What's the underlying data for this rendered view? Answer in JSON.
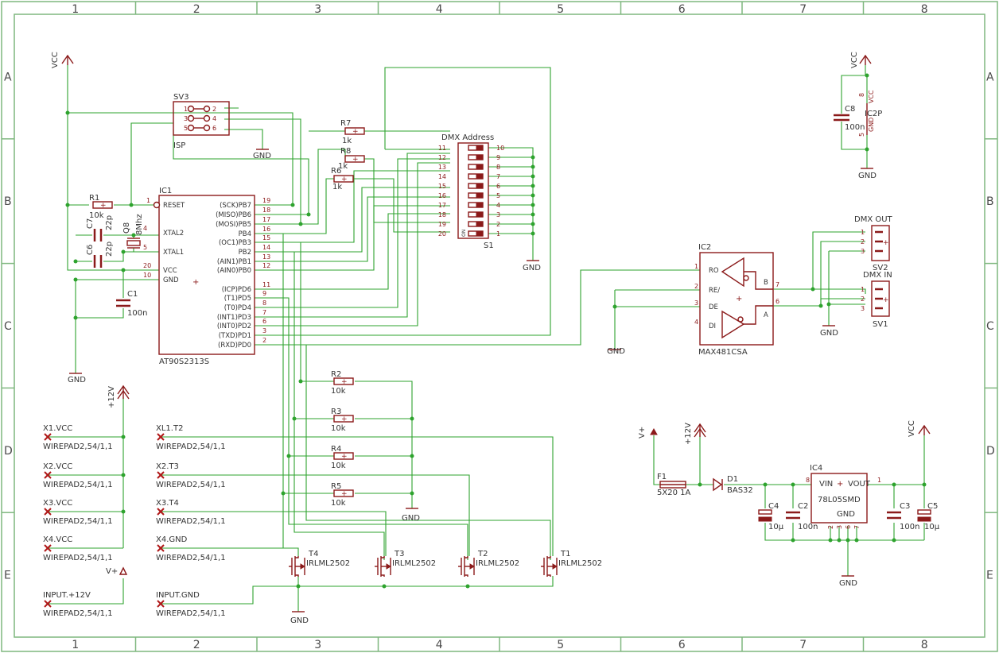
{
  "frame": {
    "cols": [
      "1",
      "2",
      "3",
      "4",
      "5",
      "6",
      "7",
      "8"
    ],
    "rows": [
      "A",
      "B",
      "C",
      "D",
      "E"
    ]
  },
  "ic1": {
    "name": "IC1",
    "value": "AT90S2313S",
    "left_pins": [
      "RESET",
      "XTAL2",
      "XTAL1",
      "VCC",
      "GND"
    ],
    "left_nums": [
      "1",
      "4",
      "5",
      "20",
      "10"
    ],
    "right_pins": [
      "(SCK)PB7",
      "(MISO)PB6",
      "(MOSI)PB5",
      "PB4",
      "(OC1)PB3",
      "PB2",
      "(AIN1)PB1",
      "(AIN0)PB0",
      "(ICP)PD6",
      "(T1)PD5",
      "(T0)PD4",
      "(INT1)PD3",
      "(INT0)PD2",
      "(TXD)PD1",
      "(RXD)PD0"
    ],
    "right_nums": [
      "19",
      "18",
      "17",
      "16",
      "15",
      "14",
      "13",
      "12",
      "11",
      "9",
      "8",
      "7",
      "6",
      "3",
      "2"
    ]
  },
  "sv3": {
    "name": "SV3",
    "value": "ISP",
    "pins": [
      "1",
      "2",
      "3",
      "4",
      "5",
      "6"
    ]
  },
  "s1": {
    "name": "S1",
    "value": "DMX Address",
    "left_nums": [
      "11",
      "12",
      "13",
      "14",
      "15",
      "16",
      "17",
      "18",
      "19",
      "20"
    ],
    "right_nums": [
      "10",
      "9",
      "8",
      "7",
      "6",
      "5",
      "4",
      "3",
      "2",
      "1"
    ],
    "on": "ON"
  },
  "ic2": {
    "name": "IC2",
    "value": "MAX481CSA",
    "left_pins": [
      "RO",
      "RE/",
      "DE",
      "DI"
    ],
    "left_nums": [
      "1",
      "2",
      "3",
      "4"
    ],
    "right_pins": [
      "B",
      "A"
    ],
    "right_nums": [
      "7",
      "6"
    ],
    "vcc_pin": "VCC",
    "gnd_pin": "GND",
    "vcc_num": "8",
    "gnd_num": "5",
    "part": "IC2P"
  },
  "ic4": {
    "name": "IC4",
    "value": "78L05SMD",
    "vin": "VIN",
    "vout": "VOUT",
    "gnd": "GND",
    "in_num": "8",
    "out_num": "1",
    "gnd_nums": [
      "2",
      "3",
      "6",
      "7"
    ]
  },
  "resistors": [
    {
      "name": "R1",
      "value": "10k"
    },
    {
      "name": "R7",
      "value": "1k"
    },
    {
      "name": "R8",
      "value": "1k"
    },
    {
      "name": "R6",
      "value": "1k"
    },
    {
      "name": "R2",
      "value": "10k"
    },
    {
      "name": "R3",
      "value": "10k"
    },
    {
      "name": "R4",
      "value": "10k"
    },
    {
      "name": "R5",
      "value": "10k"
    }
  ],
  "caps": {
    "c7": {
      "name": "C7",
      "value": "22p"
    },
    "c6": {
      "name": "C6",
      "value": "22p"
    },
    "c1": {
      "name": "C1",
      "value": "100n"
    },
    "c8": {
      "name": "C8",
      "value": "100n"
    },
    "c4": {
      "name": "C4",
      "value": "10µ"
    },
    "c2": {
      "name": "C2",
      "value": "100n"
    },
    "c3": {
      "name": "C3",
      "value": "100n"
    },
    "c5": {
      "name": "C5",
      "value": "10µ"
    }
  },
  "q8": {
    "name": "Q8",
    "value": "8Mhz"
  },
  "sv2": {
    "name": "SV2",
    "value": "DMX OUT",
    "pins": [
      "1",
      "2",
      "3"
    ]
  },
  "sv1": {
    "name": "SV1",
    "value": "DMX IN",
    "pins": [
      "1",
      "2",
      "3"
    ]
  },
  "f1": {
    "name": "F1",
    "value": "5X20 1A"
  },
  "d1": {
    "name": "D1",
    "value": "BAS32"
  },
  "transistors": [
    {
      "name": "T4",
      "value": "IRLML2502"
    },
    {
      "name": "T3",
      "value": "IRLML2502"
    },
    {
      "name": "T2",
      "value": "IRLML2502"
    },
    {
      "name": "T1",
      "value": "IRLML2502"
    }
  ],
  "pads_left": [
    {
      "name": "X1.VCC",
      "value": "WIREPAD2,54/1,1"
    },
    {
      "name": "X2.VCC",
      "value": "WIREPAD2,54/1,1"
    },
    {
      "name": "X3.VCC",
      "value": "WIREPAD2,54/1,1"
    },
    {
      "name": "X4.VCC",
      "value": "WIREPAD2,54/1,1"
    },
    {
      "name": "INPUT.+12V",
      "value": "WIREPAD2,54/1,1"
    }
  ],
  "pads_right": [
    {
      "name": "XL1.T2",
      "value": "WIREPAD2,54/1,1"
    },
    {
      "name": "X2.T3",
      "value": "WIREPAD2,54/1,1"
    },
    {
      "name": "X3.T4",
      "value": "WIREPAD2,54/1,1"
    },
    {
      "name": "X4.GND",
      "value": "WIREPAD2,54/1,1"
    },
    {
      "name": "INPUT.GND",
      "value": "WIREPAD2,54/1,1"
    }
  ],
  "supplies": {
    "vcc": "VCC",
    "gnd": "GND",
    "v12": "+12V",
    "vplus": "V+"
  }
}
